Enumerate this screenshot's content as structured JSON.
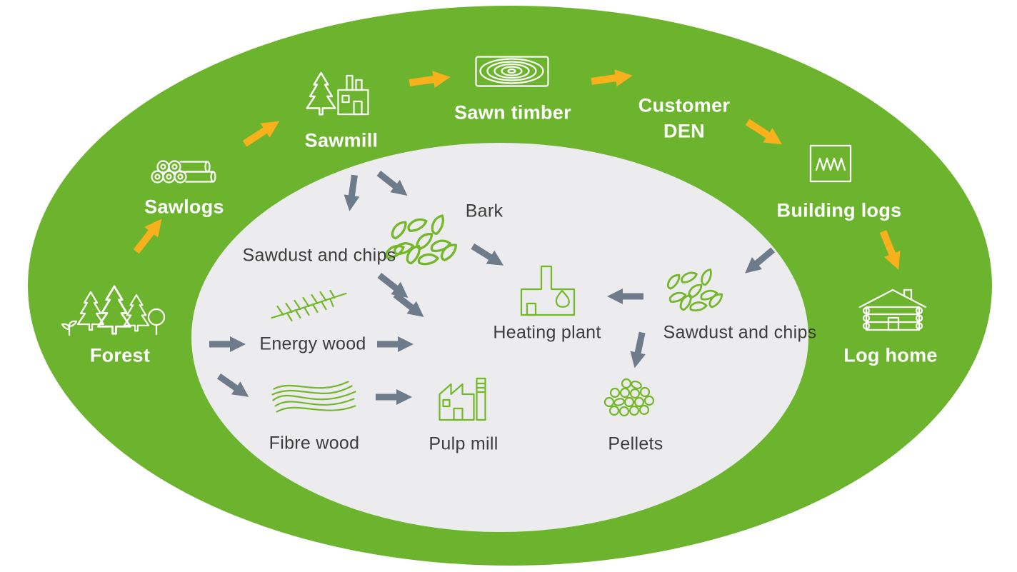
{
  "outer": {
    "forest": "Forest",
    "sawlogs": "Sawlogs",
    "sawmill": "Sawmill",
    "sawn_timber": "Sawn timber",
    "customer_line1": "Customer",
    "customer_line2": "DEN",
    "building_logs": "Building logs",
    "log_home": "Log home"
  },
  "inner": {
    "sawdust_left": "Sawdust and chips",
    "bark": "Bark",
    "energy_wood": "Energy wood",
    "fibre_wood": "Fibre wood",
    "heating_plant": "Heating plant",
    "pulp_mill": "Pulp mill",
    "sawdust_right": "Sawdust and chips",
    "pellets": "Pellets"
  },
  "colors": {
    "outer_ellipse_green": "#6cb42d",
    "inner_ellipse_gray": "#ececee",
    "yellow_arrow": "#f8b11d",
    "gray_arrow": "#6e7b8a",
    "dark_text": "#3c3c3b",
    "white_text": "#ffffff",
    "icon_green": "#74b82a"
  },
  "icons": {
    "forest": "forest-trees-icon",
    "sawlogs": "sawlogs-stack-icon",
    "sawmill": "sawmill-factory-icon",
    "sawn_timber": "sawn-timber-board-icon",
    "building_logs": "building-logs-profile-icon",
    "log_home": "log-cabin-icon",
    "sawdust_left": "wood-chips-pile-icon",
    "energy_wood": "conifer-branch-icon",
    "fibre_wood": "fibre-strands-icon",
    "heating_plant": "heating-plant-flame-icon",
    "pulp_mill": "pulp-mill-factory-icon",
    "sawdust_right": "wood-chips-pile-icon",
    "pellets": "pellets-pile-icon"
  }
}
